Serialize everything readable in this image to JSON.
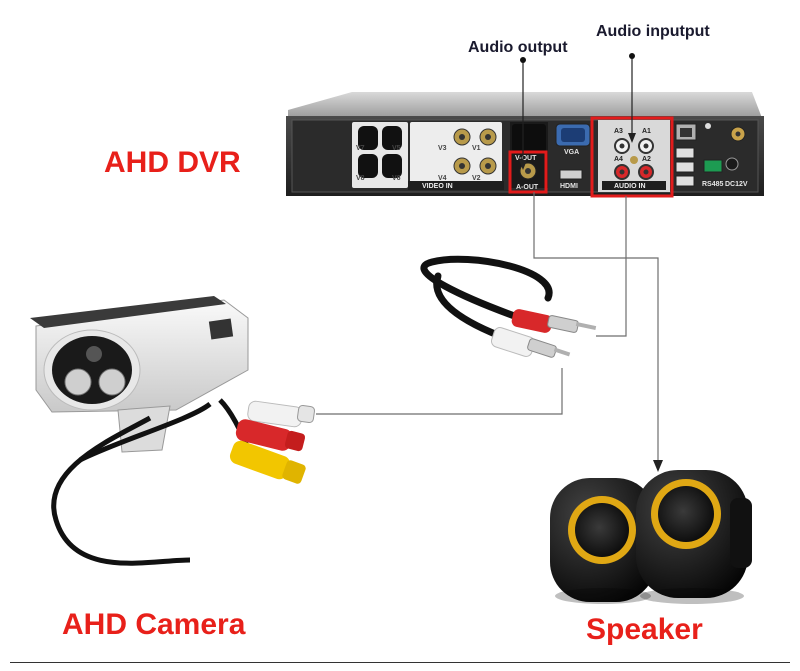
{
  "labels": {
    "dvr": "AHD DVR",
    "camera": "AHD Camera",
    "speaker": "Speaker",
    "audio_output": "Audio output",
    "audio_input": "Audio inputput"
  },
  "ports": {
    "video_in": "VIDEO IN",
    "audio_in": "AUDIO IN",
    "vga": "VGA",
    "hdmi": "HDMI",
    "a_out": "A-OUT",
    "video_out": "V-OUT",
    "rs485": "RS485",
    "dc12v": "DC12V",
    "video_channels": [
      "V7",
      "V5",
      "V3",
      "V1",
      "V8",
      "V6",
      "V4",
      "V2"
    ],
    "audio_channels": [
      "A3",
      "A1",
      "A4",
      "A2"
    ]
  },
  "colors": {
    "label_red": "#e8201a",
    "highlight_red": "#e21b1b",
    "label_navy": "#1a1a2e",
    "rca_red": "#d8282a",
    "rca_white": "#f2f2f2",
    "rca_yellow": "#f2c600",
    "speaker_ring": "#e0a814"
  }
}
